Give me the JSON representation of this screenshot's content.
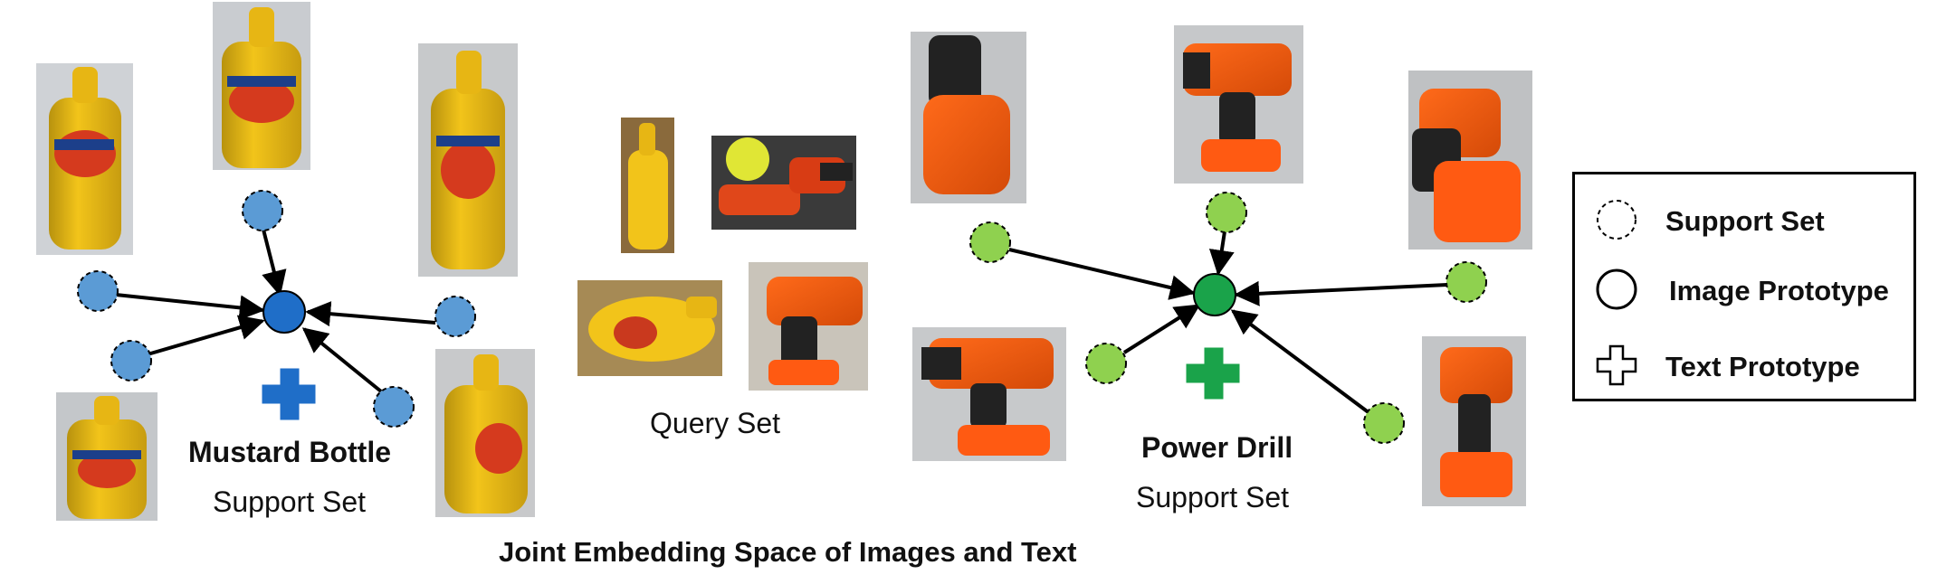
{
  "diagram": {
    "caption": "Joint Embedding Space of Images and Text",
    "query_label": "Query Set",
    "groups": [
      {
        "class_name": "Mustard Bottle",
        "set_label": "Support Set",
        "color": "#5b9bd5",
        "prototype_color": "#1f6ec8",
        "text_proto_color": "#1f6ec8"
      },
      {
        "class_name": "Power Drill",
        "set_label": "Support Set",
        "color": "#8fd14f",
        "prototype_color": "#1aa34a",
        "text_proto_color": "#1aa34a"
      }
    ]
  },
  "legend": {
    "items": [
      {
        "label": "Support Set",
        "icon": "dashed-circle-icon"
      },
      {
        "label": "Image Prototype",
        "icon": "solid-circle-icon"
      },
      {
        "label": "Text Prototype",
        "icon": "plus-outline-icon"
      }
    ]
  },
  "photos": {
    "mustard": "mustard-bottle-photo",
    "drill": "power-drill-photo",
    "softball": "softball-with-drill-photo"
  }
}
